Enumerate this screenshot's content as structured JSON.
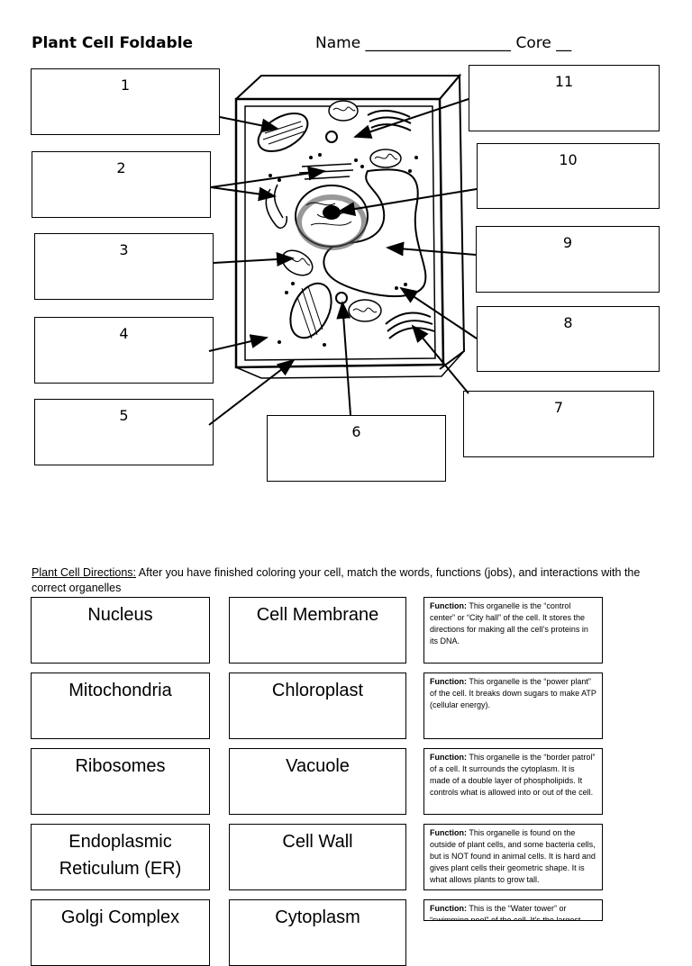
{
  "header": {
    "title": "Plant Cell Foldable",
    "name_line": "Name ___________________ Core __"
  },
  "labels": [
    "1",
    "2",
    "3",
    "4",
    "5",
    "6",
    "7",
    "8",
    "9",
    "10",
    "11"
  ],
  "directions": {
    "lead": "Plant Cell Directions:",
    "text": " After you have finished coloring your cell, match the words, functions (jobs), and interactions with the correct organelles"
  },
  "words_left": [
    "Nucleus",
    "Mitochondria",
    "Ribosomes",
    "Endoplasmic Reticulum (ER)",
    "Golgi Complex"
  ],
  "words_right": [
    "Cell Membrane",
    "Chloroplast",
    "Vacuole",
    "Cell Wall",
    "Cytoplasm"
  ],
  "functions": [
    {
      "label": "Function:",
      "text": " This organelle is the “control center” or “City hall” of the cell. It stores the directions for making all the cell’s proteins in its DNA."
    },
    {
      "label": "Function:",
      "text": " This organelle is the “power plant” of the cell. It breaks down sugars to make ATP (cellular energy)."
    },
    {
      "label": "Function:",
      "text": " This organelle is the “border patrol” of a cell. It surrounds the cytoplasm. It is made of a double layer of phospholipids. It controls what is allowed into or out of the cell."
    },
    {
      "label": "Function:",
      "text": " This organelle is found on the outside of plant cells, and some bacteria cells, but is NOT found in animal cells. It is hard and gives plant cells their geometric shape. It is what allows plants to grow tall."
    },
    {
      "label": "Function:",
      "text": " This is the “Water tower” or “swimming pool” of the cell. It’s the largest"
    }
  ]
}
